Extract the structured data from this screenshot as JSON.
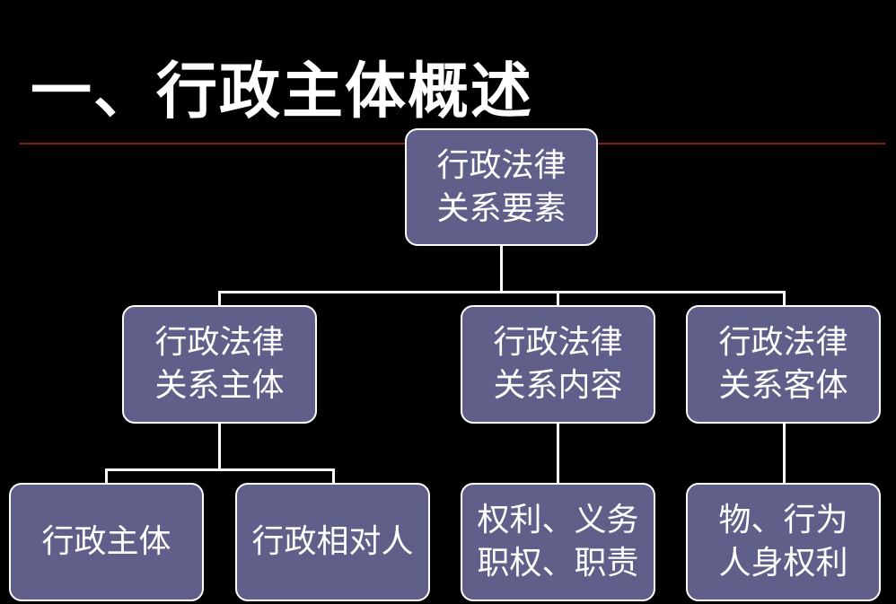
{
  "title": "一、行政主体概述",
  "colors": {
    "background": "#000000",
    "node_fill": "#5f5f89",
    "node_border": "#ffffff",
    "connector": "#ffffff",
    "title_rule": "#8b1a1a",
    "text": "#ffffff"
  },
  "diagram": {
    "root": {
      "lines": [
        "行政法律",
        "关系要素"
      ]
    },
    "level1": [
      {
        "lines": [
          "行政法律",
          "关系主体"
        ]
      },
      {
        "lines": [
          "行政法律",
          "关系内容"
        ]
      },
      {
        "lines": [
          "行政法律",
          "关系客体"
        ]
      }
    ],
    "level2": [
      {
        "lines": [
          "行政主体"
        ]
      },
      {
        "lines": [
          "行政相对人"
        ]
      },
      {
        "lines": [
          "权利、义务",
          "职权、职责"
        ]
      },
      {
        "lines": [
          "物、行为",
          "人身权利"
        ]
      }
    ]
  }
}
